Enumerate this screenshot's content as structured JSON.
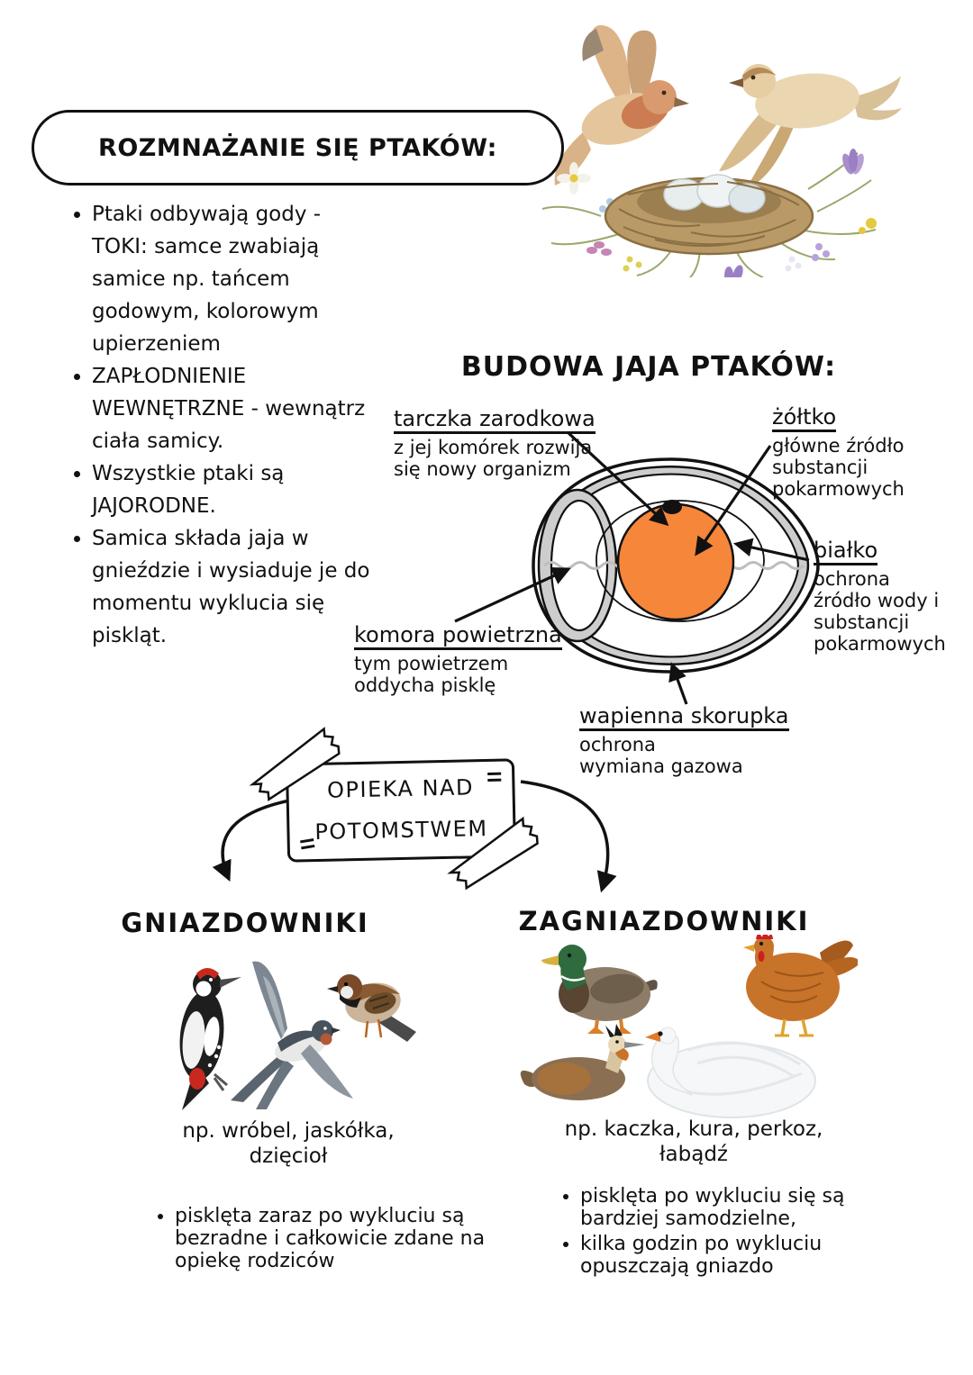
{
  "colors": {
    "yolk": "#F6863A",
    "shell_gray": "#CDCDCD",
    "chalaza": "#BDBDBD",
    "ink": "#111111"
  },
  "header": {
    "title": "ROZMNAŻANIE SIĘ PTAKÓW:"
  },
  "intro": {
    "bullets": [
      "Ptaki odbywają gody -\nTOKI: samce zwabiają\nsamice np. tańcem\ngodowym, kolorowym\nupierzeniem",
      "ZAPŁODNIENIE\nWEWNĘTRZNE - wewnątrz\nciała samicy.",
      "Wszystkie ptaki są\nJAJORODNE.",
      "Samica składa jaja w\ngnieździe i wysiaduje je do\nmomentu wyklucia się\npiskląt."
    ]
  },
  "egg_diagram": {
    "heading": "BUDOWA JAJA PTAKÓW:",
    "labels": {
      "tarczka": {
        "term": "tarczka zarodkowa",
        "desc": "z jej komórek rozwija\nsię nowy organizm"
      },
      "zoltko": {
        "term": "żółtko",
        "desc": "główne źródło\nsubstancji\npokarmowych"
      },
      "bialko": {
        "term": "białko",
        "desc": "ochrona\nźródło wody i\nsubstancji\npokarmowych"
      },
      "komora": {
        "term": "komora powietrzna",
        "desc": "tym powietrzem\noddycha pisklę"
      },
      "skorupka": {
        "term": "wapienna skorupka",
        "desc": "ochrona\nwymiana gazowa"
      }
    }
  },
  "care": {
    "box_text": "OPIEKA NAD\nPOTOMSTWEM"
  },
  "left_branch": {
    "heading": "GNIAZDOWNIKI",
    "examples": "np. wróbel, jaskółka,\ndzięcioł",
    "bullets": [
      "pisklęta zaraz po wykluciu są\nbezradne i całkowicie zdane na\nopiekę rodziców"
    ]
  },
  "right_branch": {
    "heading": "ZAGNIAZDOWNIKI",
    "examples": "np. kaczka, kura, perkoz,\nłabądź",
    "bullets": [
      "pisklęta po wykluciu się są\nbardziej samodzielne,",
      "kilka godzin po wykluciu\nopuszczają gniazdo"
    ]
  },
  "illustrations": {
    "top_right": "two flying birds above a nest with eggs and flowers",
    "left_birds": [
      "woodpecker",
      "swallow",
      "sparrow"
    ],
    "right_birds": [
      "duck",
      "hen",
      "grebe",
      "swan"
    ]
  }
}
